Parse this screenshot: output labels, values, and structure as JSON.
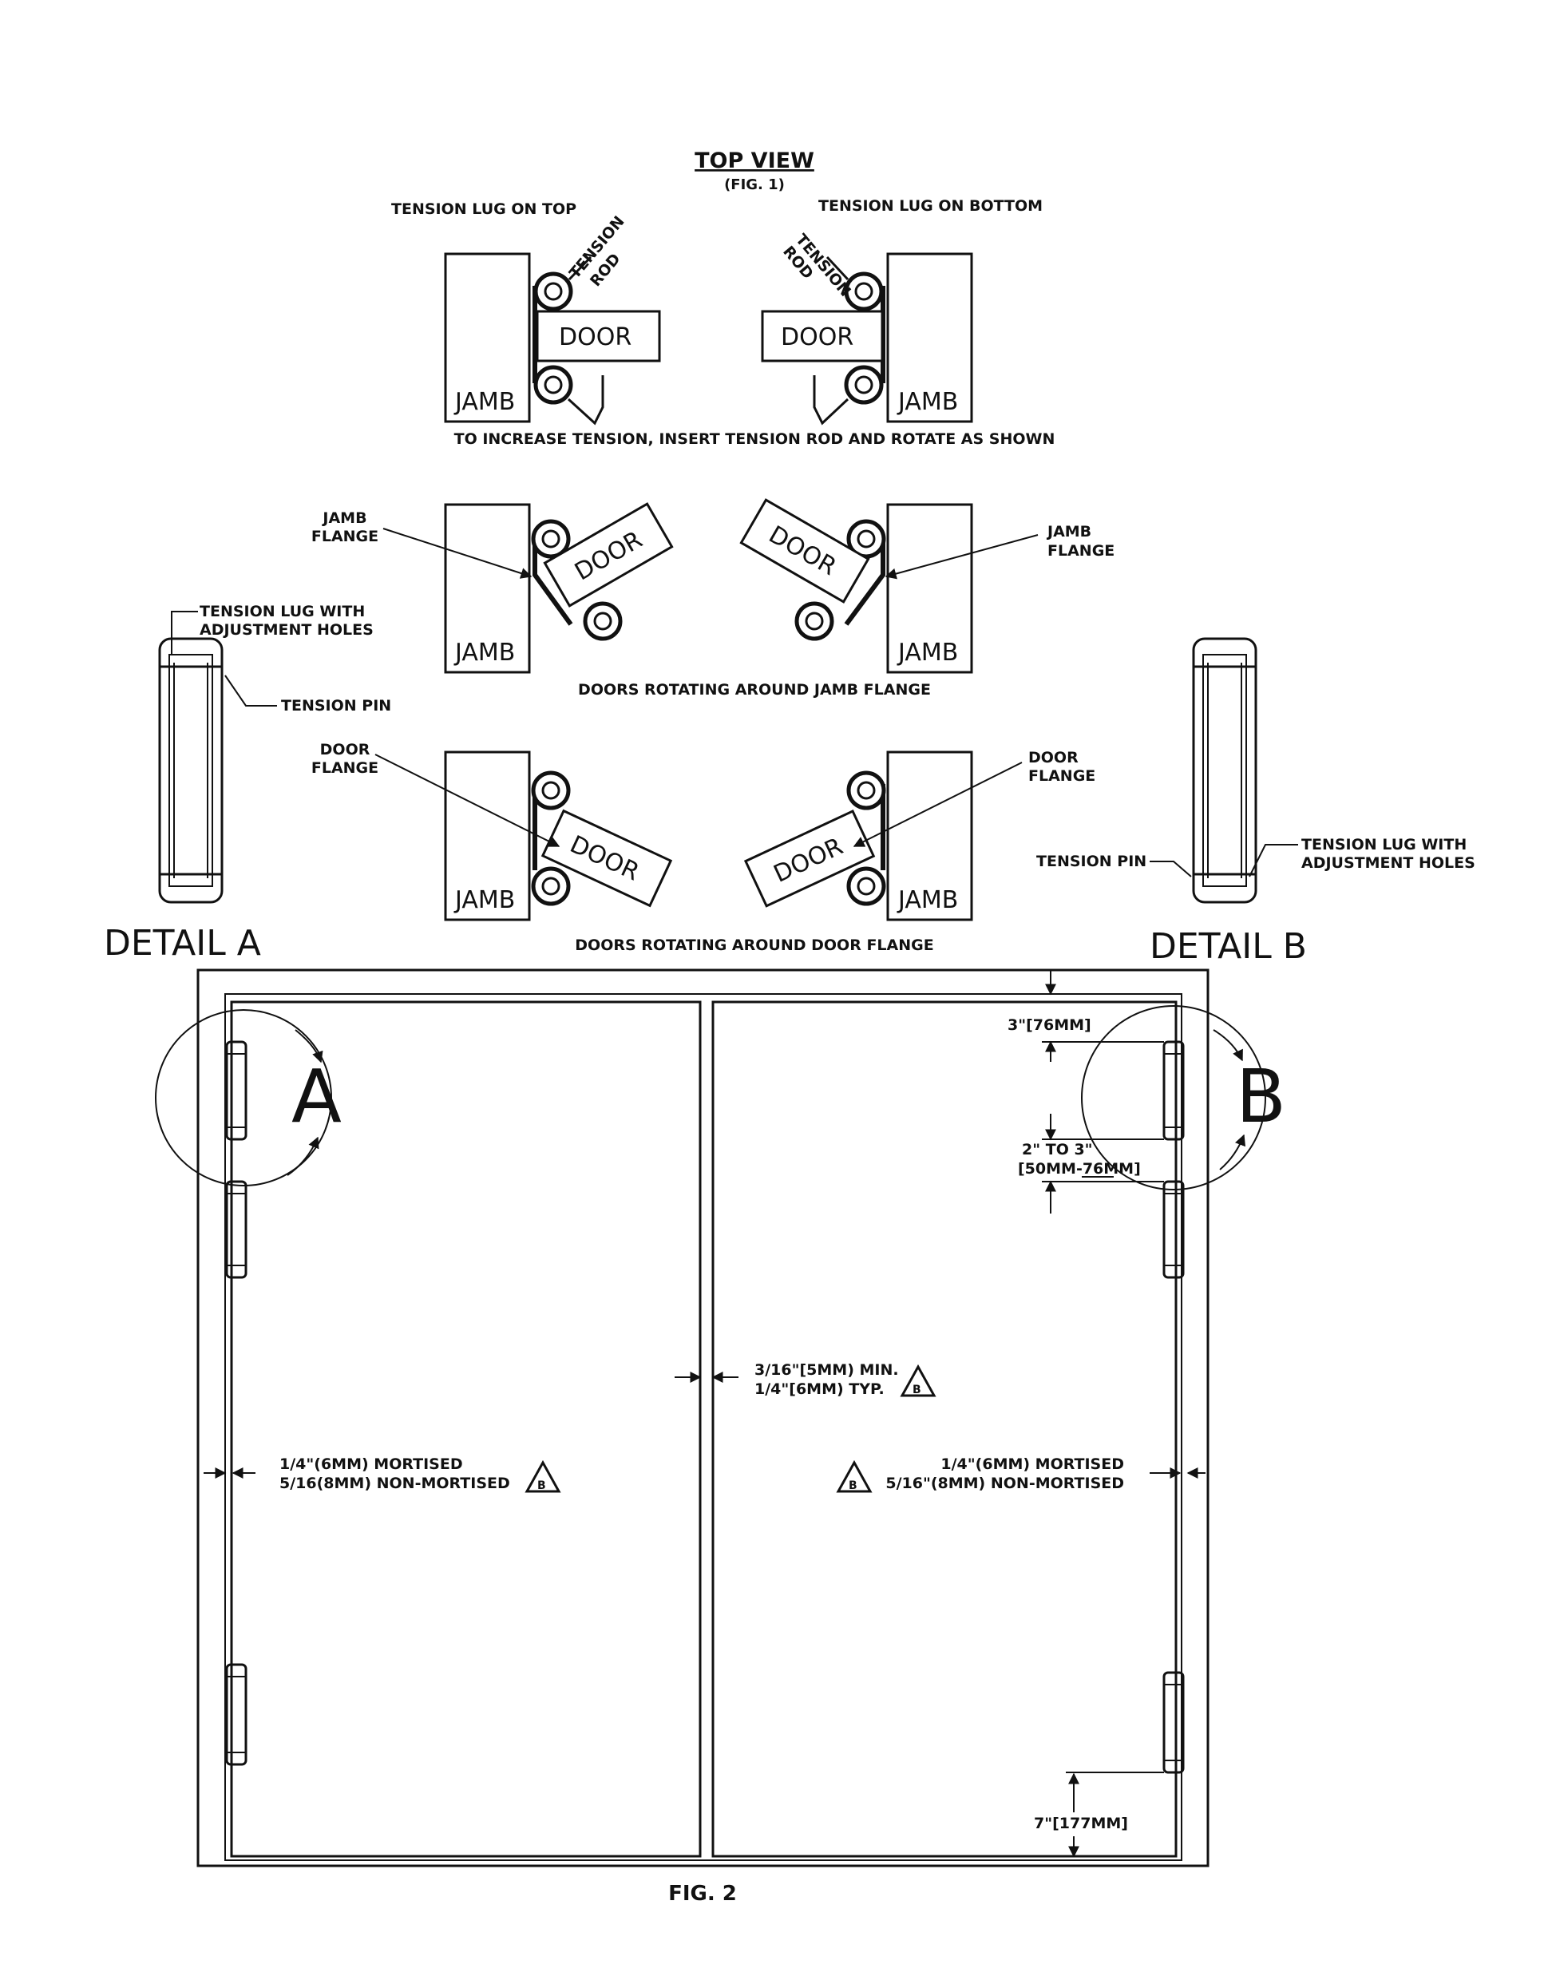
{
  "fig1": {
    "title": "TOP VIEW",
    "subtitle": "(FIG. 1)",
    "label_lug_top": "TENSION LUG ON TOP",
    "label_lug_bottom": "TENSION LUG ON BOTTOM",
    "tension_rod_1": "TENSION",
    "tension_rod_2": "ROD",
    "door": "DOOR",
    "jamb": "JAMB",
    "increase_tension": "TO INCREASE TENSION, INSERT TENSION ROD AND ROTATE AS SHOWN",
    "jamb_flange_1": "JAMB",
    "jamb_flange_2": "FLANGE",
    "jamb_flange_caption": "DOORS ROTATING AROUND JAMB FLANGE",
    "door_flange_1": "DOOR",
    "door_flange_2": "FLANGE",
    "door_flange_caption": "DOORS ROTATING AROUND DOOR FLANGE"
  },
  "detail_a": {
    "title": "DETAIL A",
    "lug_1": "TENSION LUG WITH",
    "lug_2": "ADJUSTMENT HOLES",
    "pin": "TENSION PIN",
    "marker": "A"
  },
  "detail_b": {
    "title": "DETAIL B",
    "lug_1": "TENSION LUG WITH",
    "lug_2": "ADJUSTMENT HOLES",
    "pin": "TENSION PIN",
    "marker": "B"
  },
  "fig2": {
    "caption": "FIG. 2",
    "dim_top": "3\"[76MM]",
    "dim_gap_1": "2\" TO 3\"",
    "dim_gap_2": "[50MM-76MM]",
    "center_gap_1": "3/16\"[5MM) MIN.",
    "center_gap_2": "1/4\"[6MM) TYP.",
    "left_gap_1": "1/4\"(6MM) MORTISED",
    "left_gap_2": "5/16(8MM) NON-MORTISED",
    "right_gap_1": "1/4\"(6MM) MORTISED",
    "right_gap_2": "5/16\"(8MM) NON-MORTISED",
    "dim_bottom": "7\"[177MM]",
    "rev_mark": "B"
  },
  "icons": {
    "revision": "revision-triangle-icon",
    "roller": "hinge-roller-icon",
    "arrow": "dimension-arrow-icon"
  }
}
